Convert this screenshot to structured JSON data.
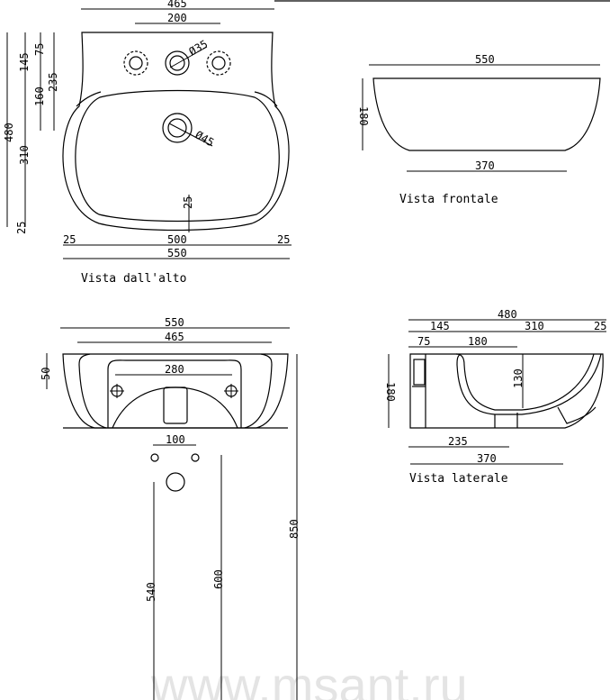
{
  "watermark": "www.msant.ru",
  "top_view": {
    "caption": "Vista dall'alto",
    "dims": {
      "width_top": "465",
      "tap_spacing": "200",
      "tap_hole": "Ø35",
      "drain": "Ø45",
      "depth_total": "480",
      "d145": "145",
      "d310": "310",
      "d25_left": "25",
      "d75": "75",
      "d160": "160",
      "d235": "235",
      "rim_25": "25",
      "bottom_25_left": "25",
      "bottom_500": "500",
      "bottom_25_right": "25",
      "bottom_550": "550"
    }
  },
  "front_view": {
    "caption": "Vista frontale",
    "dims": {
      "width": "550",
      "height": "180",
      "base": "370"
    }
  },
  "rear_view": {
    "dims": {
      "width": "550",
      "inner": "465",
      "depth": "50",
      "fixings": "280",
      "pedestal_holes": "100",
      "h540": "540",
      "h600": "600",
      "h850": "850"
    }
  },
  "side_view": {
    "caption": "Vista laterale",
    "dims": {
      "total": "480",
      "d145": "145",
      "d310": "310",
      "d25": "25",
      "d75": "75",
      "d180": "180",
      "height": "180",
      "bowl": "130",
      "d235": "235",
      "d370": "370"
    }
  }
}
